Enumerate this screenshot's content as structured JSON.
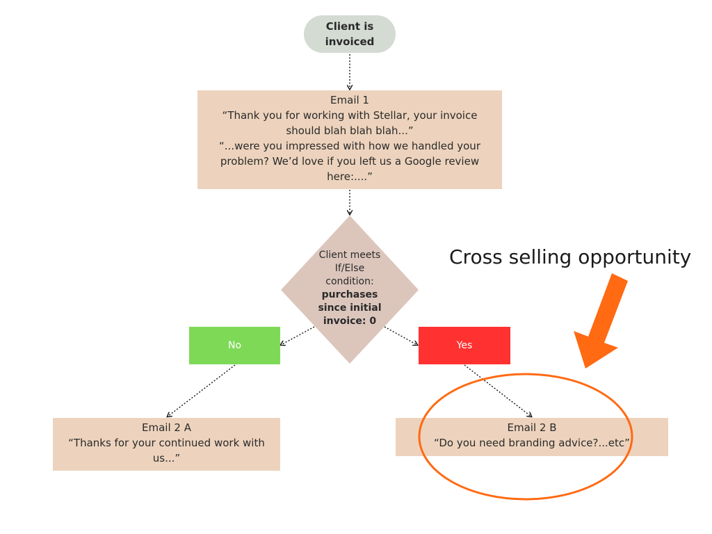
{
  "start_node": {
    "line1": "Client is",
    "line2": "invoiced"
  },
  "email1": {
    "title": "Email 1",
    "lines": [
      "“Thank you for working with Stellar, your invoice",
      "should blah blah blah...”",
      "“...were you impressed with how we handled your",
      "problem? We’d love if you left us a Google review",
      "here:....”"
    ]
  },
  "condition": {
    "lines": [
      "Client meets",
      "If/Else",
      "condition:"
    ],
    "bold_lines": [
      "purchases",
      "since initial",
      "invoice: 0"
    ]
  },
  "branch_no": {
    "label": "No"
  },
  "branch_yes": {
    "label": "Yes"
  },
  "email2a": {
    "title": "Email 2 A",
    "lines": [
      "“Thanks for your continued work with",
      "us...”"
    ]
  },
  "email2b": {
    "title": "Email 2 B",
    "lines": [
      "“Do you need branding advice?...etc”"
    ]
  },
  "annotation": {
    "text": "Cross selling opportunity"
  },
  "colors": {
    "start_fill": "#d3dbd3",
    "email_fill": "#edd3bd",
    "diamond_fill": "#dcc6bc",
    "no_fill": "#7ed957",
    "yes_fill": "#ff3131",
    "highlight_orange": "#ff6a13"
  }
}
